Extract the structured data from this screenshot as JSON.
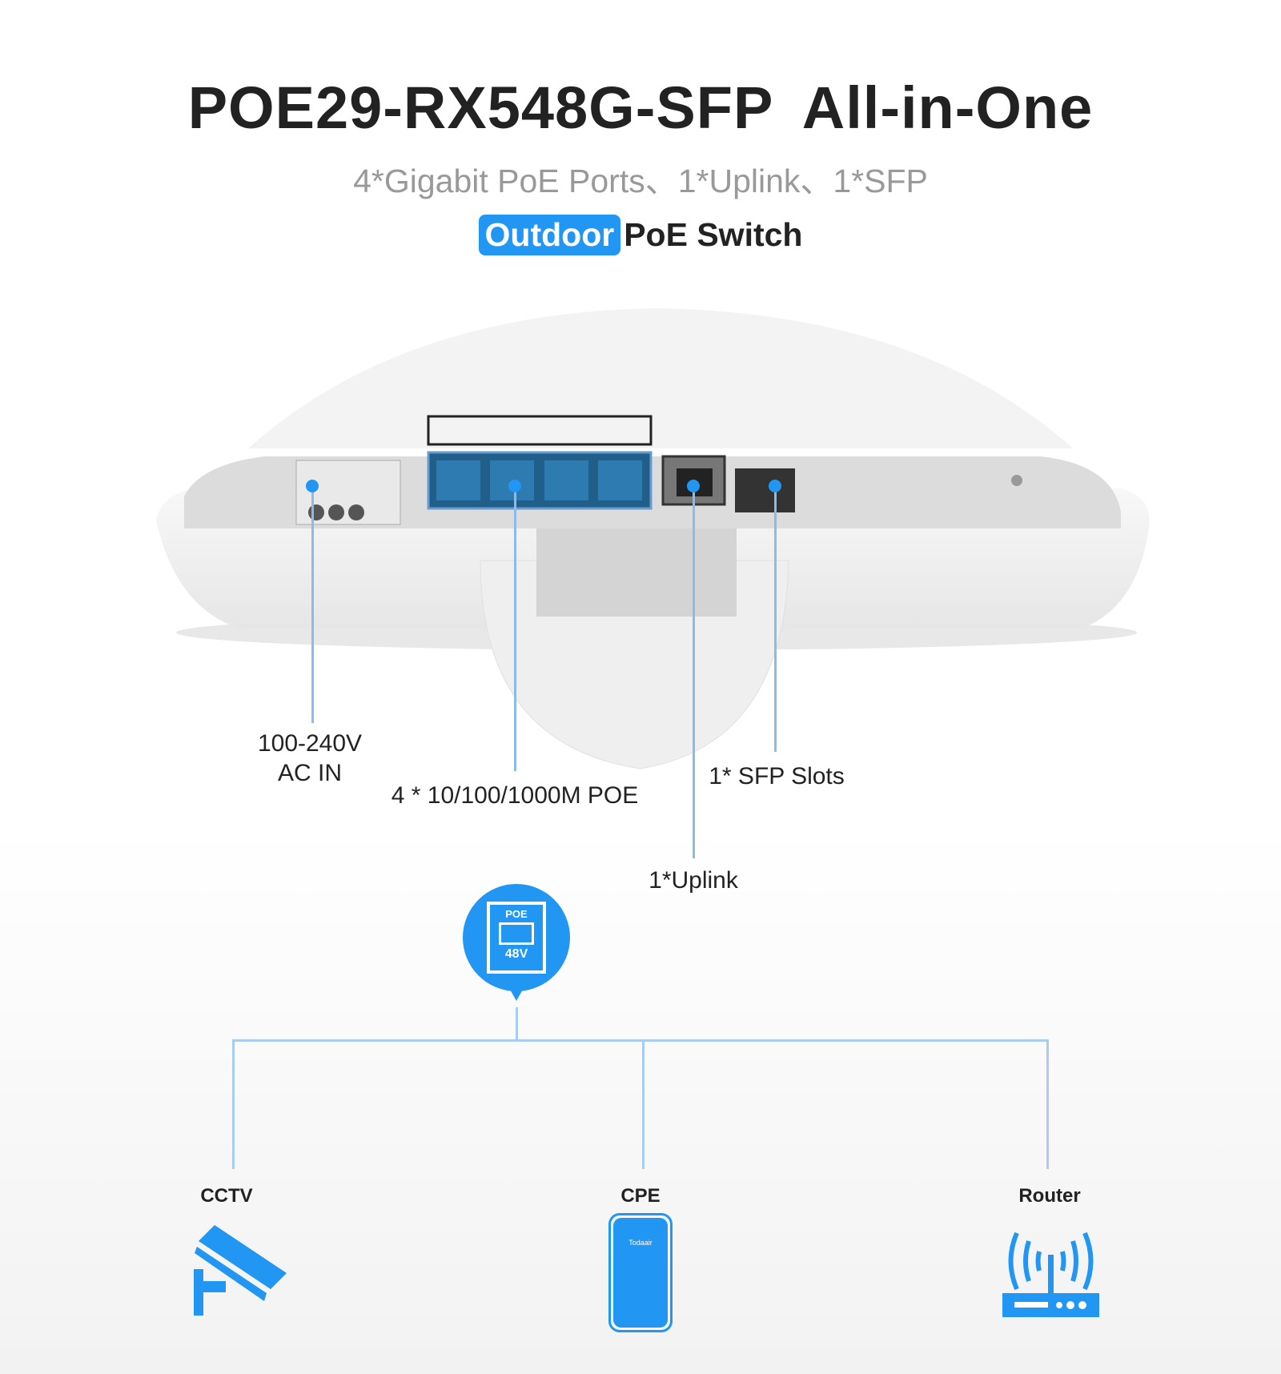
{
  "header": {
    "title": "POE29-RX548G-SFP  All-in-One",
    "subtitle": "4*Gigabit PoE Ports、1*Uplink、1*SFP",
    "badge": "Outdoor",
    "tagline_rest": "PoE Switch"
  },
  "callouts": {
    "ac_line1": "100-240V",
    "ac_line2": "AC IN",
    "poe_ports": "4 * 10/100/1000M POE",
    "sfp": "1* SFP Slots",
    "uplink": "1*Uplink"
  },
  "poe_bubble": {
    "top": "POE",
    "bottom": "48V"
  },
  "devices": [
    {
      "label": "CCTV",
      "icon": "cctv-camera-icon"
    },
    {
      "label": "CPE",
      "icon": "cpe-device-icon",
      "brand": "Todaair"
    },
    {
      "label": "Router",
      "icon": "wifi-router-icon"
    }
  ],
  "colors": {
    "accent": "#2196f3",
    "line": "#a9cdf0"
  }
}
